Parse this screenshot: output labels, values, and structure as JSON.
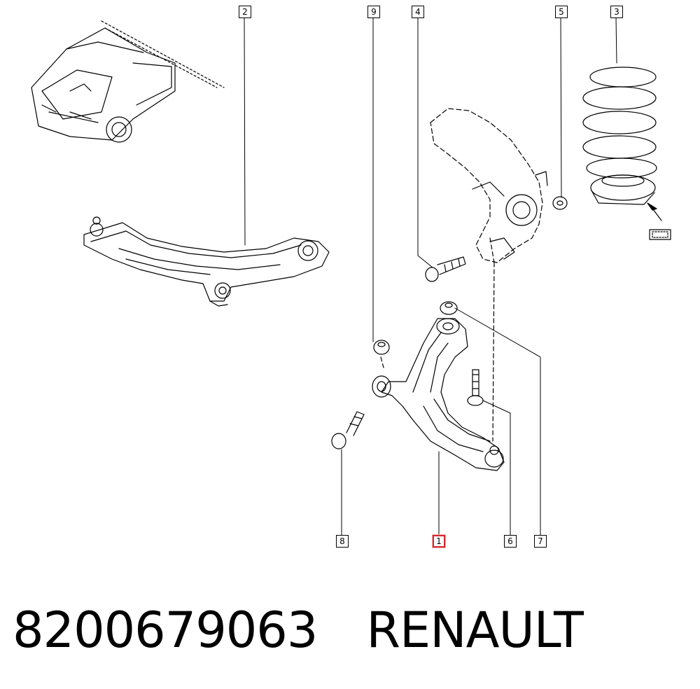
{
  "callouts": [
    {
      "id": "1",
      "label": "1",
      "highlighted": true
    },
    {
      "id": "2",
      "label": "2"
    },
    {
      "id": "3",
      "label": "3"
    },
    {
      "id": "4",
      "label": "4"
    },
    {
      "id": "5",
      "label": "5"
    },
    {
      "id": "6",
      "label": "6"
    },
    {
      "id": "7",
      "label": "7"
    },
    {
      "id": "8",
      "label": "8"
    },
    {
      "id": "9",
      "label": "9"
    }
  ],
  "footer": {
    "part_number": "8200679063",
    "brand": "RENAULT"
  },
  "colors": {
    "line": "#000000",
    "highlight": "#d2282e",
    "background": "#ffffff"
  },
  "icons": {
    "arrow": "arrow-icon",
    "label_plate": "label-plate-icon"
  }
}
